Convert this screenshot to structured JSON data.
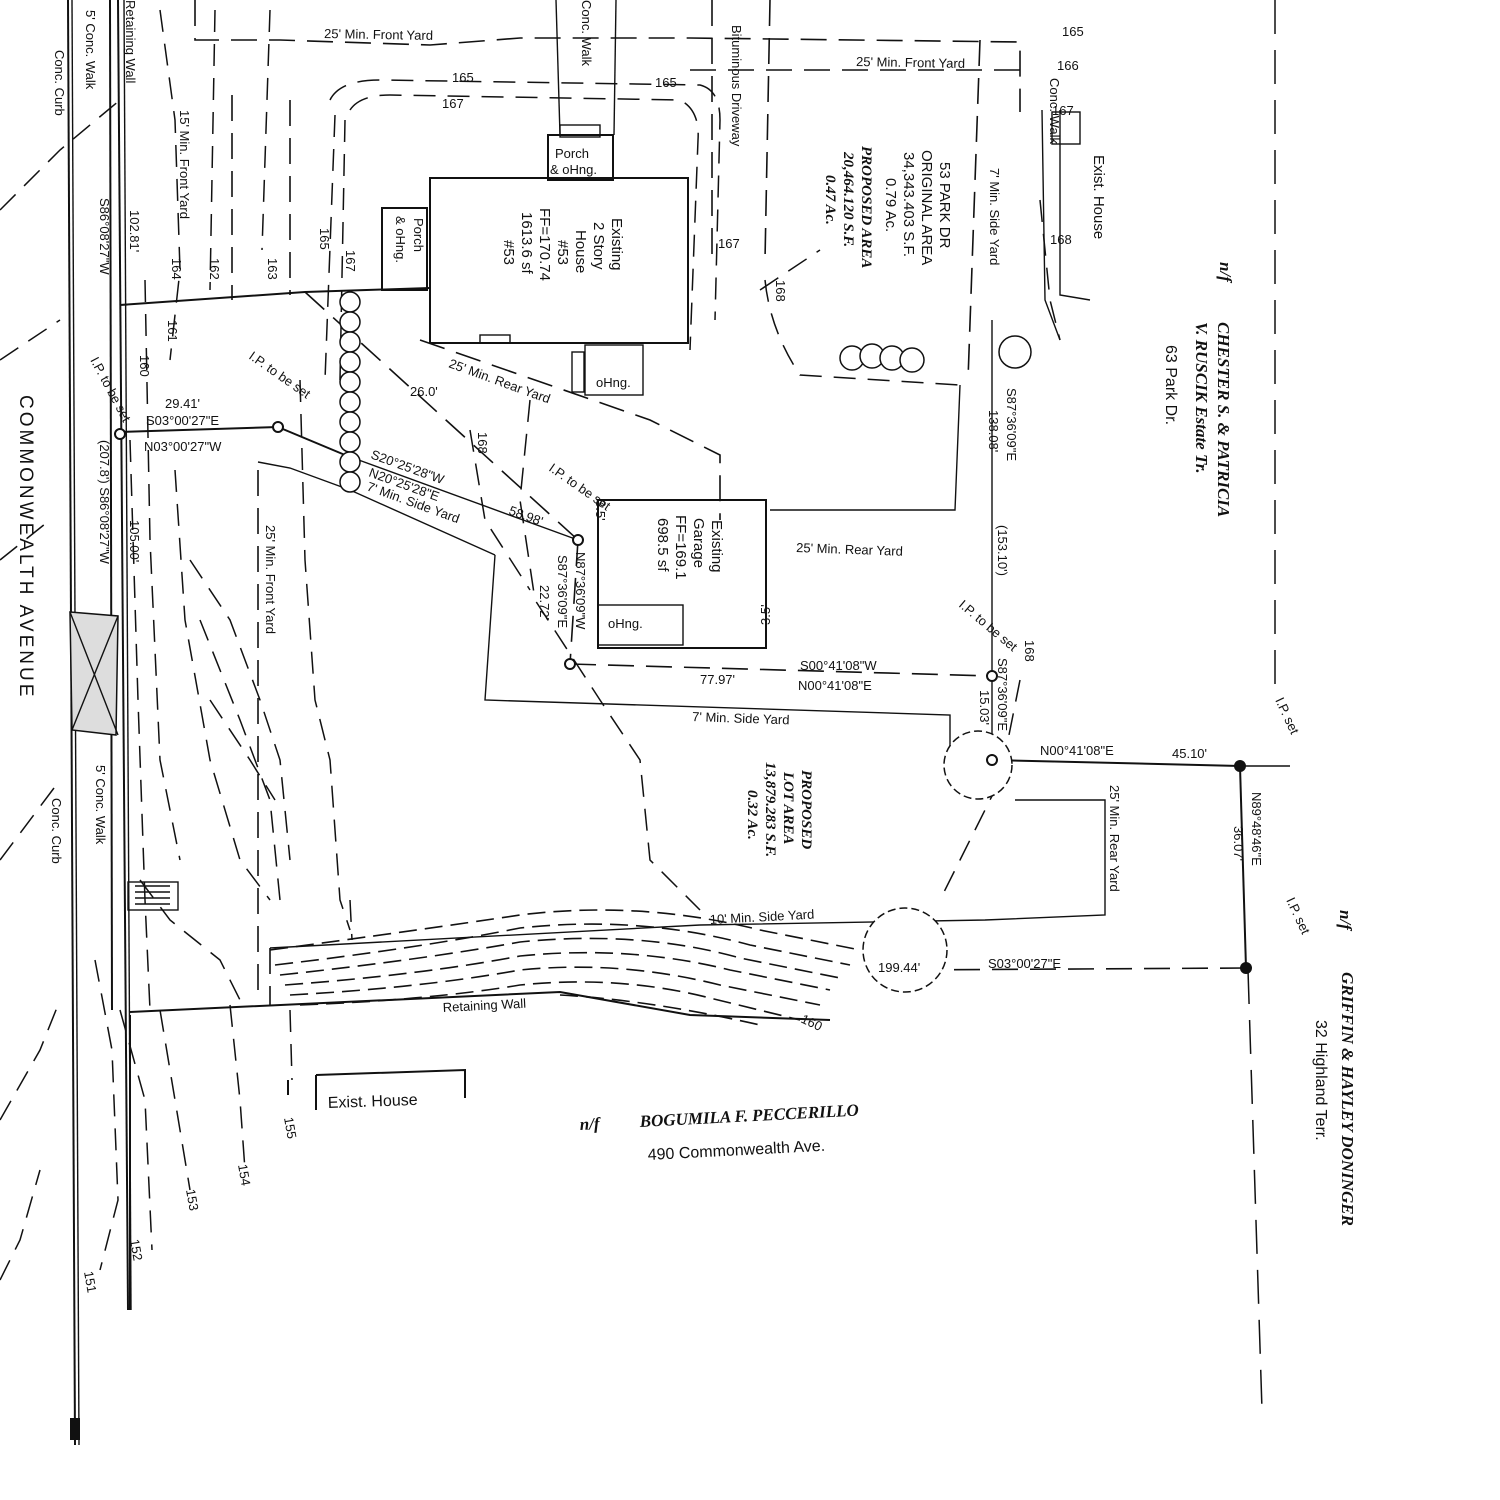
{
  "street": {
    "name": "COMMONWEALTH AVENUE"
  },
  "edge_labels": {
    "retaining_wall_top": "Retaining Wall",
    "conc_walk_left": "5' Conc. Walk",
    "conc_curb_top": "Conc. Curb",
    "conc_walk_top": "Conc. Walk",
    "driveway_top": "Bituminous Driveway",
    "conc_walk_right": "Conc. Walk",
    "exist_house_right": "Exist. House",
    "conc_walk_bottom": "5' Conc. Walk",
    "conc_curb_bottom": "Conc. Curb",
    "retaining_wall_bottom": "Retaining Wall",
    "exist_house_bottom": "Exist. House"
  },
  "house": {
    "line1": "Existing",
    "line2": "2 Story",
    "line3": "House",
    "line4": "#53",
    "line5": "FF=170.74",
    "line6": "1613.6 sf",
    "line7": "#53"
  },
  "garage": {
    "line1": "Existing",
    "line2": "Garage",
    "line3": "FF=169.1",
    "line4": "698.5 sf"
  },
  "porch_top": {
    "line1": "Porch",
    "line2": "& oHng."
  },
  "porch_left": {
    "line1": "Porch",
    "line2": "& oHng."
  },
  "ohng_house": "oHng.",
  "ohng_garage": "oHng.",
  "upper_lot": {
    "line1": "53 PARK DR",
    "line2": "ORIGINAL AREA",
    "line3": "34,343.403 S.F.",
    "line4": "0.79 Ac.",
    "line5": "PROPOSED AREA",
    "line6": "20,464.120 S.F.",
    "line7": "0.47 Ac."
  },
  "lower_lot": {
    "line1": "PROPOSED",
    "line2": "LOT AREA",
    "line3": "13,879.283 S.F.",
    "line4": "0.32 Ac."
  },
  "setbacks": {
    "front_top": "25' Min. Front Yard",
    "front_top_right": "25' Min. Front Yard",
    "front_left": "15' Min. Front Yard",
    "rear_upper": "25' Min. Rear Yard",
    "side_upper_right": "7' Min. Side Yard",
    "rear_mid": "25' Min. Rear Yard",
    "side_left": "7' Min. Side Yard",
    "front_mid": "25' Min. Front Yard",
    "side_mid": "7' Min. Side Yard",
    "rear_lower": "25' Min. Rear Yard",
    "side_lower": "10' Min. Side Yard"
  },
  "bearings": {
    "road1": "S86°08'27\"W",
    "road1_dist": "102.81'",
    "road2": "(207.8') S86°08'27\"W",
    "road2_dist": "105.00'",
    "b1_dist": "29.41'",
    "b1a": "S03°00'27\"E",
    "b1b": "N03°00'27\"W",
    "b2a": "S20°25'28\"W",
    "b2b": "N20°25'28\"E",
    "b2_dist": "58.98'",
    "b3": "N87°36'09\"W",
    "b3b": "S87°36'09\"E",
    "b3_dist": "22.72'",
    "b4": "S00°41'08\"W",
    "b4b": "N00°41'08\"E",
    "b4_dist": "77.97'",
    "b5": "S87°36'09\"E",
    "b5_dist": "138.08'",
    "b5_paren": "(153.10')",
    "b6": "S87°36'09\"E",
    "b6_dist": "15.03'",
    "b7": "N00°41'08\"E",
    "b7_dist": "45.10'",
    "b8": "N89°48'46\"E",
    "b8_dist": "36.07'",
    "b9": "S03°00'27\"E",
    "b9_dist": "199.44'",
    "offset_garage": "3.5'",
    "offset_garage2": "3.5'",
    "dist_26": "26.0'"
  },
  "ip_labels": {
    "a": "I.P. to be set",
    "b": "I.P. to be set",
    "c": "I.P. to be set",
    "d": "I.P. to be set",
    "e": "I.P. set",
    "f": "I.P. set"
  },
  "contours": {
    "c165a": "165",
    "c165b": "165",
    "c165c": "165",
    "c166": "166",
    "c167a": "167",
    "c167b": "167",
    "c167c": "167",
    "c167d": "167",
    "c168a": "168",
    "c168b": "168",
    "c168c": "168",
    "c168d": "168",
    "c160a": "160",
    "c160b": "160",
    "c161": "161",
    "c162": "162",
    "c163": "163",
    "c164": "164",
    "c165d": "165",
    "c151": "151",
    "c152": "152",
    "c153": "153",
    "c154": "154",
    "c155": "155"
  },
  "neighbors": {
    "north": {
      "prefix": "n/f",
      "name": "CHESTER S. & PATRICIA",
      "name2": "V. RUSCIK Estate Tr.",
      "address": "63 Park Dr."
    },
    "east": {
      "prefix": "n/f",
      "name": "GRIFFIN & HAYLEY DONINGER",
      "address": "32 Highland Terr."
    },
    "south": {
      "prefix": "n/f",
      "name": "BOGUMILA F. PECCERILLO",
      "address": "490 Commonwealth Ave."
    }
  }
}
